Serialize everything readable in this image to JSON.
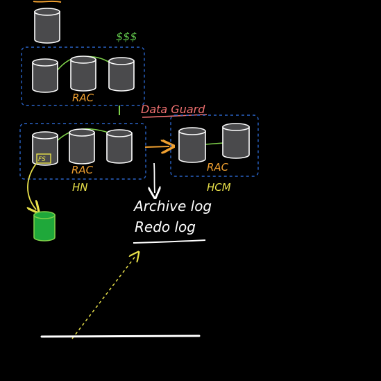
{
  "labels": {
    "cost": "$$$",
    "rac_top": "RAC",
    "rac_primary": "RAC",
    "rac_standby": "RAC",
    "site_primary": "HN",
    "site_standby": "HCM",
    "dataguard": "Data Guard",
    "archive_log": "Archive log",
    "redo_log": "Redo log",
    "local_storage": "FS"
  },
  "colors": {
    "background": "#000000",
    "cylinder_fill": "#4a4a4c",
    "cylinder_stroke": "#ffffff",
    "box_dash": "#2a64c8",
    "rac_label": "#f0a030",
    "site_label": "#e8e04a",
    "cost_label": "#5fc24a",
    "link_line": "#7ed04a",
    "dataguard_text": "#f07070",
    "arrow_orange": "#f0a030",
    "backup_green": "#1fa83a",
    "note_text": "#ffffff",
    "dashed_arrow": "#e8e04a",
    "baseline": "#ffffff"
  }
}
